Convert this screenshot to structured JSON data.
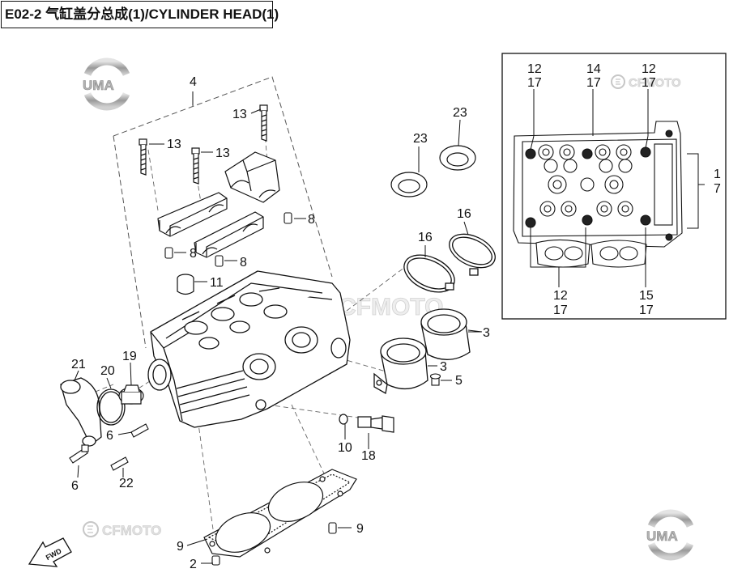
{
  "title": "E02-2 气缸盖分总成(1)/CYLINDER HEAD(1)",
  "watermarks": {
    "uma": "UMA",
    "cfmoto": "CFMOTO"
  },
  "fwd_label": "FWD",
  "callouts": [
    {
      "id": "c4",
      "text": "4"
    },
    {
      "id": "c13a",
      "text": "13"
    },
    {
      "id": "c13b",
      "text": "13"
    },
    {
      "id": "c13c",
      "text": "13"
    },
    {
      "id": "c8a",
      "text": "8"
    },
    {
      "id": "c8b",
      "text": "8"
    },
    {
      "id": "c8c",
      "text": "8"
    },
    {
      "id": "c11",
      "text": "11"
    },
    {
      "id": "c23a",
      "text": "23"
    },
    {
      "id": "c23b",
      "text": "23"
    },
    {
      "id": "c16a",
      "text": "16"
    },
    {
      "id": "c16b",
      "text": "16"
    },
    {
      "id": "c3a",
      "text": "3"
    },
    {
      "id": "c3b",
      "text": "3"
    },
    {
      "id": "c5",
      "text": "5"
    },
    {
      "id": "c21",
      "text": "21"
    },
    {
      "id": "c20",
      "text": "20"
    },
    {
      "id": "c19",
      "text": "19"
    },
    {
      "id": "c6a",
      "text": "6"
    },
    {
      "id": "c6b",
      "text": "6"
    },
    {
      "id": "c22",
      "text": "22"
    },
    {
      "id": "c10",
      "text": "10"
    },
    {
      "id": "c18",
      "text": "18"
    },
    {
      "id": "c9a",
      "text": "9"
    },
    {
      "id": "c9b",
      "text": "9"
    },
    {
      "id": "c2",
      "text": "2"
    },
    {
      "id": "i12a",
      "text": "12"
    },
    {
      "id": "i17a",
      "text": "17"
    },
    {
      "id": "i14",
      "text": "14"
    },
    {
      "id": "i17b",
      "text": "17"
    },
    {
      "id": "i12b",
      "text": "12"
    },
    {
      "id": "i17c",
      "text": "17"
    },
    {
      "id": "i1",
      "text": "1"
    },
    {
      "id": "i7",
      "text": "7"
    },
    {
      "id": "i12c",
      "text": "12"
    },
    {
      "id": "i17d",
      "text": "17"
    },
    {
      "id": "i15",
      "text": "15"
    },
    {
      "id": "i17e",
      "text": "17"
    }
  ]
}
